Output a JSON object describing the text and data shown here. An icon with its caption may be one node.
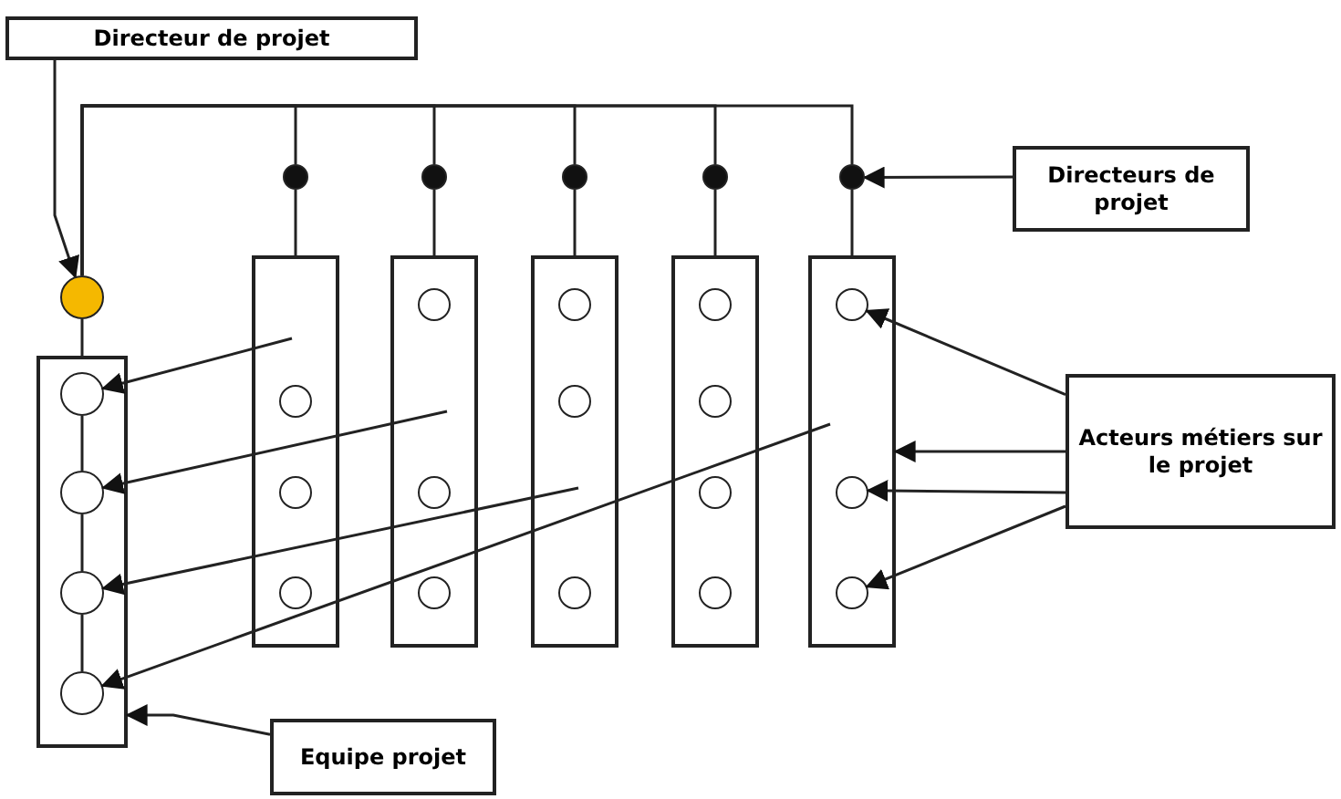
{
  "diagram": {
    "nodes": [
      {
        "text": [
          "Directeur de projet"
        ]
      },
      {
        "text": [],
        "shape": "circle"
      },
      {
        "text": [],
        "shape": "circle"
      },
      {
        "text": [],
        "shape": "circle"
      },
      {
        "text": [],
        "shape": "circle"
      },
      {
        "text": [],
        "shape": "circle"
      },
      {
        "text": [],
        "shape": "circle"
      },
      {
        "text": [
          "Directeurs de projet"
        ]
      },
      {
        "text": [],
        "shape": "box"
      },
      {
        "text": [],
        "shape": "circle",
        "in": 8
      },
      {
        "text": [],
        "shape": "circle",
        "in": 8
      },
      {
        "text": [],
        "shape": "circle",
        "in": 8
      },
      {
        "text": [],
        "shape": "circle",
        "in": 8
      },
      {
        "text": [],
        "shape": "box"
      },
      {
        "text": [],
        "shape": "circle",
        "in": 13
      },
      {
        "text": [],
        "shape": "circle",
        "in": 13
      },
      {
        "text": [],
        "shape": "circle",
        "in": 13
      },
      {
        "text": [],
        "shape": "box"
      },
      {
        "text": [],
        "shape": "circle",
        "in": 17
      },
      {
        "text": [],
        "shape": "circle",
        "in": 17
      },
      {
        "text": [],
        "shape": "circle",
        "in": 17
      },
      {
        "text": [],
        "shape": "box"
      },
      {
        "text": [],
        "shape": "circle",
        "in": 21
      },
      {
        "text": [],
        "shape": "circle",
        "in": 21
      },
      {
        "text": [],
        "shape": "circle",
        "in": 21
      },
      {
        "text": [],
        "shape": "box"
      },
      {
        "text": [],
        "shape": "circle",
        "in": 25
      },
      {
        "text": [],
        "shape": "circle",
        "in": 25
      },
      {
        "text": [],
        "shape": "circle",
        "in": 25
      },
      {
        "text": [],
        "shape": "circle",
        "in": 25
      },
      {
        "text": [],
        "shape": "box"
      },
      {
        "text": [],
        "shape": "circle",
        "in": 30
      },
      {
        "text": [],
        "shape": "circle",
        "in": 30
      },
      {
        "text": [],
        "shape": "circle",
        "in": 30
      },
      {
        "text": [
          "Acteurs métiers sur le projet"
        ]
      },
      {
        "text": [
          "Equipe projet"
        ]
      }
    ],
    "edges": [
      {
        "from": 0,
        "to": 1,
        "arrow": "to"
      },
      {
        "from": 1,
        "to": 2,
        "arrow": "none"
      },
      {
        "from": 1,
        "to": 3,
        "arrow": "none"
      },
      {
        "from": 1,
        "to": 4,
        "arrow": "none"
      },
      {
        "from": 1,
        "to": 5,
        "arrow": "none"
      },
      {
        "from": 1,
        "to": 6,
        "arrow": "none"
      },
      {
        "from": 2,
        "to": 13,
        "arrow": "none"
      },
      {
        "from": 3,
        "to": 17,
        "arrow": "none"
      },
      {
        "from": 4,
        "to": 21,
        "arrow": "none"
      },
      {
        "from": 5,
        "to": 25,
        "arrow": "none"
      },
      {
        "from": 6,
        "to": 30,
        "arrow": "none"
      },
      {
        "from": 7,
        "to": 6,
        "arrow": "to"
      },
      {
        "from": 1,
        "to": 8,
        "arrow": "none"
      },
      {
        "from": 9,
        "to": 10,
        "arrow": "none"
      },
      {
        "from": 10,
        "to": 11,
        "arrow": "none"
      },
      {
        "from": 11,
        "to": 12,
        "arrow": "none"
      },
      {
        "from": 13,
        "to": 9,
        "arrow": "to"
      },
      {
        "from": 17,
        "to": 10,
        "arrow": "to"
      },
      {
        "from": 21,
        "to": 11,
        "arrow": "to"
      },
      {
        "from": 30,
        "to": 12,
        "arrow": "to"
      },
      {
        "from": 34,
        "to": 31,
        "arrow": "to"
      },
      {
        "from": 34,
        "to": 30,
        "arrow": "to"
      },
      {
        "from": 34,
        "to": 32,
        "arrow": "to"
      },
      {
        "from": 34,
        "to": 33,
        "arrow": "to"
      },
      {
        "from": 35,
        "to": 8,
        "arrow": "to"
      }
    ]
  }
}
